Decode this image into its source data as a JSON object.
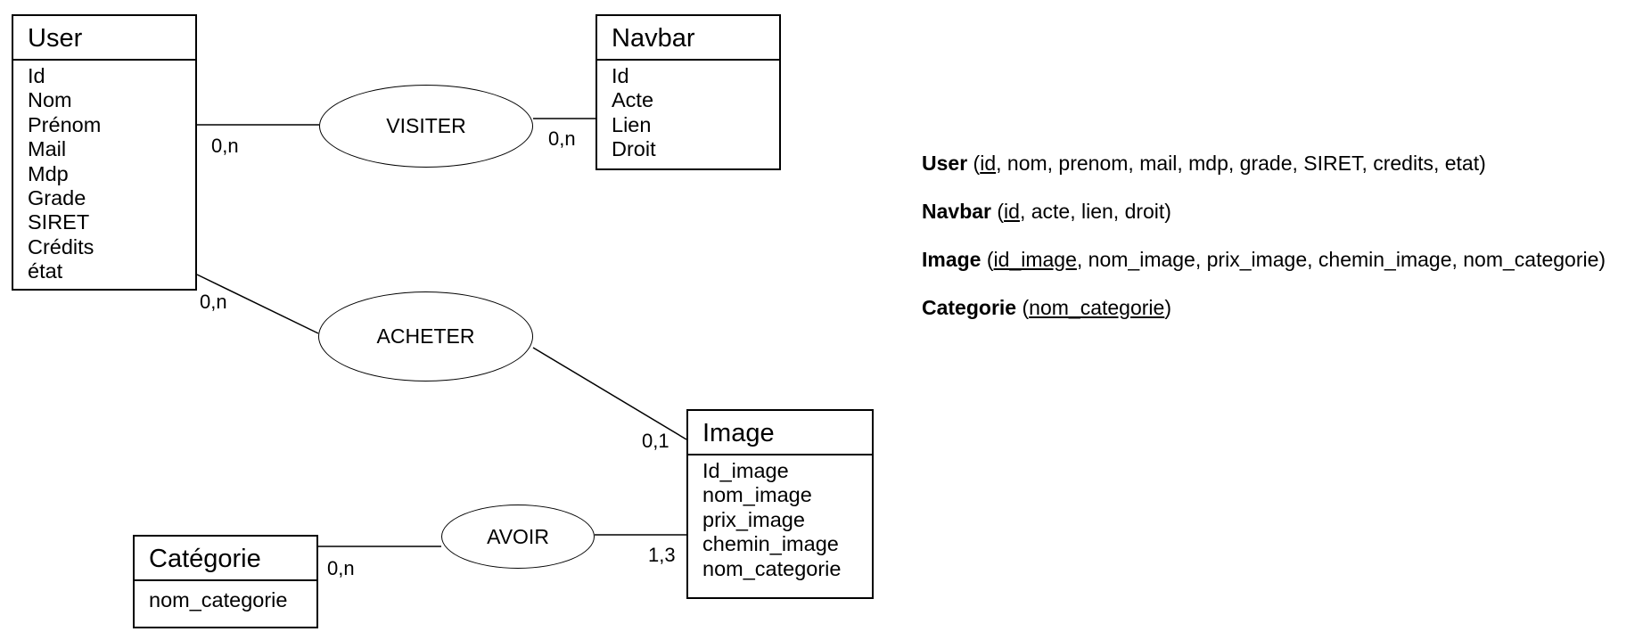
{
  "entities": {
    "user": {
      "title": "User",
      "attrs": [
        "Id",
        "Nom",
        "Prénom",
        "Mail",
        "Mdp",
        "Grade",
        "SIRET",
        "Crédits",
        "état"
      ]
    },
    "navbar": {
      "title": "Navbar",
      "attrs": [
        "Id",
        "Acte",
        "Lien",
        "Droit"
      ]
    },
    "image": {
      "title": "Image",
      "attrs": [
        "Id_image",
        "nom_image",
        "prix_image",
        "chemin_image",
        "nom_categorie"
      ]
    },
    "categorie": {
      "title": "Catégorie",
      "attrs": [
        "nom_categorie"
      ]
    }
  },
  "relations": {
    "visiter": "VISITER",
    "acheter": "ACHETER",
    "avoir": "AVOIR"
  },
  "cardinalities": {
    "user_visiter": "0,n",
    "navbar_visiter": "0,n",
    "user_acheter": "0,n",
    "image_acheter": "0,1",
    "categorie_avoir": "0,n",
    "image_avoir": "1,3"
  },
  "schema": [
    {
      "name": "User",
      "open": " (",
      "pk": "id",
      "rest": ", nom, prenom, mail, mdp, grade, SIRET, credits, etat)"
    },
    {
      "name": "Navbar",
      "open": " (",
      "pk": "id",
      "rest": ", acte, lien, droit)"
    },
    {
      "name": "Image",
      "open": " (",
      "pk": "id_image",
      "rest": ", nom_image, prix_image, chemin_image, nom_categorie)"
    },
    {
      "name": "Categorie",
      "open": " (",
      "pk": "nom_categorie",
      "rest": ")"
    }
  ]
}
